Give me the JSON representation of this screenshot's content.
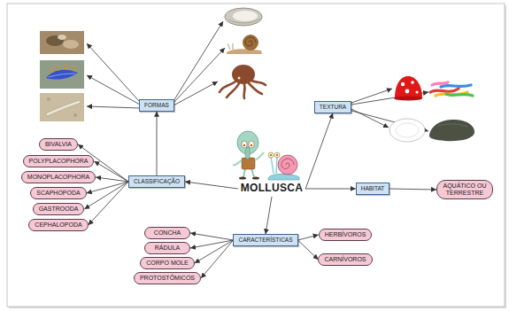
{
  "diagram": {
    "nodes": [
      {
        "text": [
          "MOLLUSCA"
        ]
      },
      {
        "text": [
          "FORMAS"
        ]
      },
      {
        "text": [
          "TEXTURA"
        ]
      },
      {
        "text": [
          "CLASSIFICAÇÃO"
        ]
      },
      {
        "text": [
          "HABITAT"
        ]
      },
      {
        "text": [
          "AQUÁTICO OU TERRESTRE"
        ]
      },
      {
        "text": [
          "BIVALVIA"
        ]
      },
      {
        "text": [
          "POLYPLACOPHORA"
        ]
      },
      {
        "text": [
          "MONOPLACOPHORA"
        ]
      },
      {
        "text": [
          "SCAPHOPODA"
        ]
      },
      {
        "text": [
          "GASTROODA"
        ]
      },
      {
        "text": [
          "CEPHALOPODA"
        ]
      },
      {
        "text": [
          "CARACTERÍSTICAS"
        ]
      },
      {
        "text": [
          "CONCHA"
        ]
      },
      {
        "text": [
          "RÁDULA"
        ]
      },
      {
        "text": [
          "CORPO MOLE"
        ]
      },
      {
        "text": [
          "PROTOSTÔMICOS"
        ]
      },
      {
        "text": [
          "HERBÍVOROS"
        ]
      },
      {
        "text": [
          "CARNÍVOROS"
        ]
      }
    ],
    "edges": [
      {
        "from": 0,
        "to": 3,
        "arrow": "to"
      },
      {
        "from": 3,
        "to": 1,
        "arrow": "to"
      },
      {
        "from": 0,
        "to": 2,
        "arrow": "to"
      },
      {
        "from": 0,
        "to": 4,
        "arrow": "to"
      },
      {
        "from": 4,
        "to": 5,
        "arrow": "to"
      },
      {
        "from": 0,
        "to": 12,
        "arrow": "to"
      },
      {
        "from": 3,
        "to": 6,
        "arrow": "to"
      },
      {
        "from": 3,
        "to": 7,
        "arrow": "to"
      },
      {
        "from": 3,
        "to": 8,
        "arrow": "to"
      },
      {
        "from": 3,
        "to": 9,
        "arrow": "to"
      },
      {
        "from": 3,
        "to": 10,
        "arrow": "to"
      },
      {
        "from": 3,
        "to": 11,
        "arrow": "to"
      },
      {
        "from": 12,
        "to": 13,
        "arrow": "to"
      },
      {
        "from": 12,
        "to": 14,
        "arrow": "to"
      },
      {
        "from": 12,
        "to": 15,
        "arrow": "to"
      },
      {
        "from": 12,
        "to": 16,
        "arrow": "to"
      },
      {
        "from": 12,
        "to": 17,
        "arrow": "to"
      },
      {
        "from": 12,
        "to": 18,
        "arrow": "to"
      }
    ]
  }
}
